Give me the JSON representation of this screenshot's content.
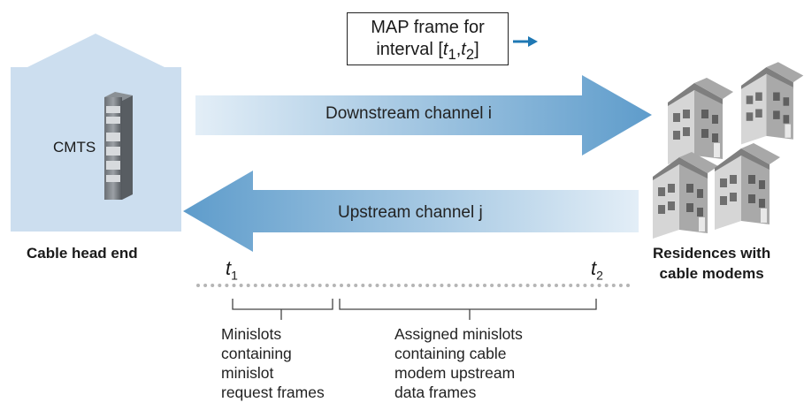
{
  "map_frame": {
    "line1": "MAP frame for",
    "line2_prefix": "interval [",
    "t1_base": "t",
    "t1_sub": "1",
    "sep": ",",
    "t2_base": "t",
    "t2_sub": "2",
    "line2_suffix": "]"
  },
  "downstream_label": "Downstream channel i",
  "upstream_label": "Upstream channel j",
  "cmts_label": "CMTS",
  "head_end_label": "Cable head end",
  "residences_label": [
    "Residences with",
    "cable modems"
  ],
  "timeline": {
    "t1": {
      "base": "t",
      "sub": "1"
    },
    "t2": {
      "base": "t",
      "sub": "2"
    }
  },
  "notes": {
    "minislots_request": [
      "Minislots",
      "containing",
      "minislot",
      "request frames"
    ],
    "assigned_minislots": [
      "Assigned minislots",
      "containing cable",
      "modem upstream",
      "data frames"
    ]
  },
  "colors": {
    "building_fill": "#c9dcee",
    "arrow_dark": "#5e9ccb",
    "arrow_light": "#e3eef7",
    "map_arrow": "#1f78b4",
    "dots": "#b5b5b5",
    "house_light": "#c2c2c2",
    "house_dark": "#8c8c8c"
  }
}
